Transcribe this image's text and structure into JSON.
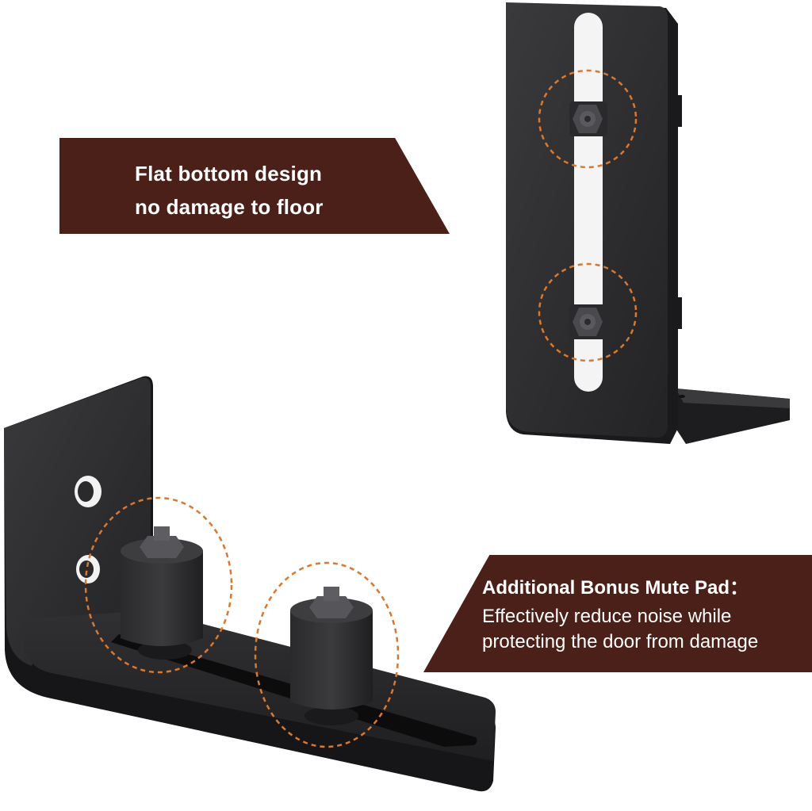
{
  "colors": {
    "banner": "#4a2018",
    "banner_text": "#ffffff",
    "metal": "#2b2b2d",
    "highlight_ring": "#d9782e"
  },
  "callouts": {
    "flat_bottom": {
      "line1": "Flat bottom design",
      "line2": "no damage to floor"
    },
    "mute_pad": {
      "title": "Additional Bonus Mute Pad：",
      "line1": "Effectively reduce noise while",
      "line2": "protecting the door from damage"
    }
  }
}
